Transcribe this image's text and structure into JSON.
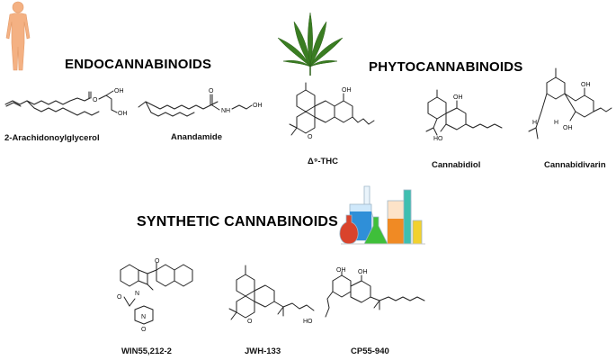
{
  "sections": {
    "endo": "ENDOCANNABINOIDS",
    "phyto": "PHYTOCANNABINOIDS",
    "synthetic": "SYNTHETIC CANNABINOIDS"
  },
  "compounds": {
    "ag": "2-Arachidonoylglycerol",
    "anandamide": "Anandamide",
    "thc": "Δ⁹-THC",
    "cbd": "Cannabidiol",
    "cbdv": "Cannabidivarin",
    "win": "WIN55,212-2",
    "jwh": "JWH-133",
    "cp": "CP55-940"
  },
  "atoms": {
    "o": "O",
    "oh": "OH",
    "nh": "NH",
    "n": "N",
    "h": "H",
    "ho": "HO"
  },
  "icons": [
    "human-body-icon",
    "cannabis-leaf-icon",
    "lab-glassware-icon"
  ],
  "colors": {
    "skin": "#f4b183",
    "leaf": "#3a7d22",
    "flask_red": "#d9432c",
    "flask_blue": "#2f8fd8",
    "flask_green": "#3fbf3a",
    "flask_yellow": "#f2d12e",
    "flask_orange": "#f08a24"
  }
}
